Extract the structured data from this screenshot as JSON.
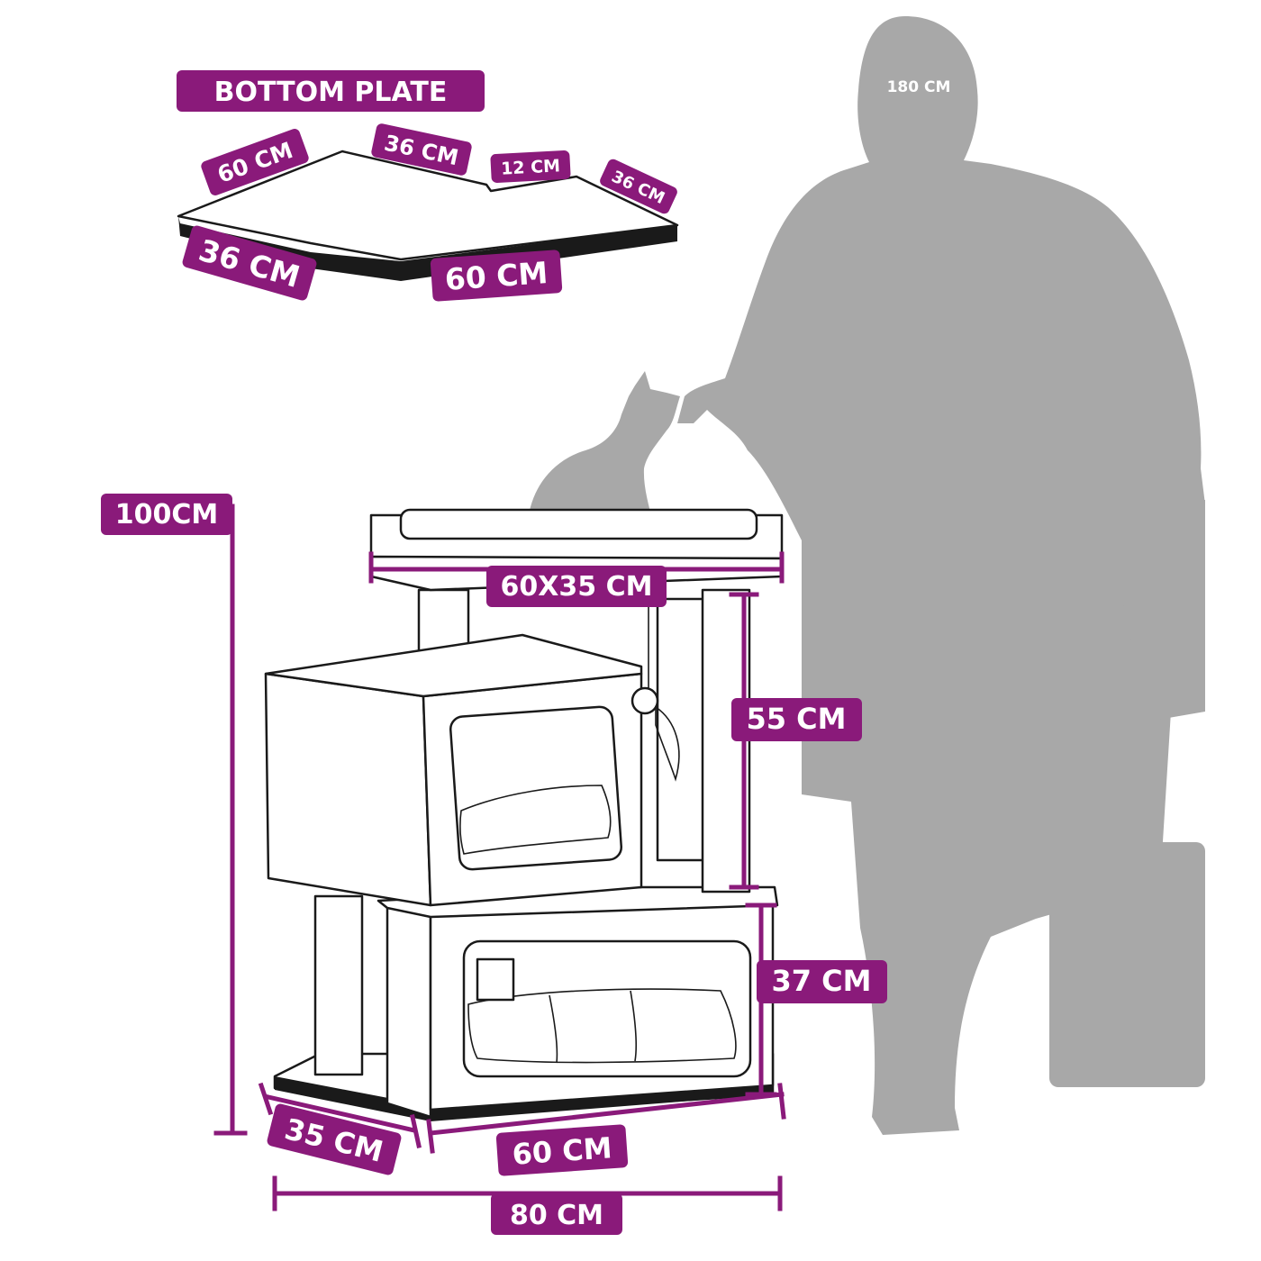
{
  "colors": {
    "accent": "#8a1a7a",
    "label_text": "#ffffff",
    "silhouette": "#a8a8a8",
    "outline": "#1a1a1a"
  },
  "bottom_plate": {
    "title": "BOTTOM PLATE",
    "dims": {
      "top_left": "60 CM",
      "top_mid": "36 CM",
      "notch": "12 CM",
      "top_right": "36 CM",
      "bottom_left": "36 CM",
      "bottom_right": "60 CM"
    }
  },
  "person_height": "180 CM",
  "cat_tree": {
    "total_height": "100CM",
    "top_platform": "60X35 CM",
    "post_height": "55 CM",
    "lower_box_height": "37 CM",
    "base_depth": "35 CM",
    "base_width": "60 CM",
    "total_width": "80 CM"
  }
}
